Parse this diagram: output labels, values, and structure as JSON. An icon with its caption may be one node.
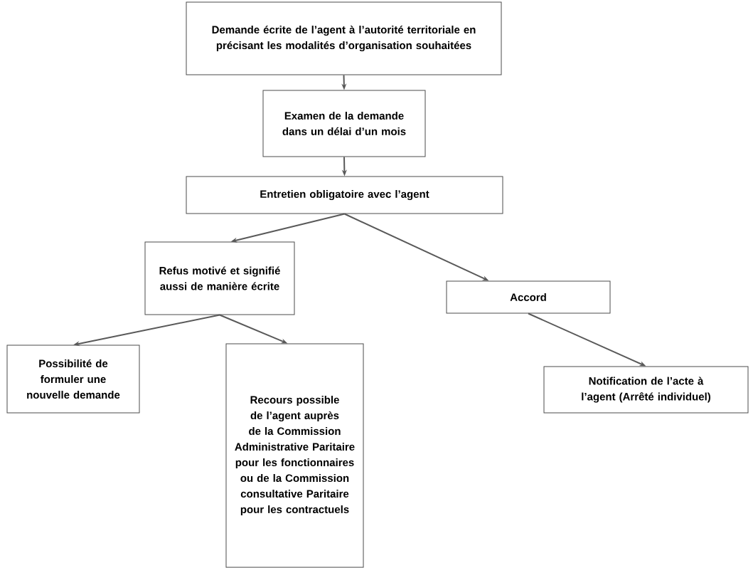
{
  "diagram": {
    "nodes": [
      {
        "text": [
          "Demande écrite de l’agent à l’autorité territoriale en précisant les modalités d’organisation souhaitées"
        ]
      },
      {
        "text": [
          "Examen de la demande dans un délai d’un mois"
        ]
      },
      {
        "text": [
          "Entretien obligatoire avec l’agent"
        ]
      },
      {
        "text": [
          "Refus motivé et signifié aussi de manière écrite"
        ]
      },
      {
        "text": [
          "Accord"
        ]
      },
      {
        "text": [
          "Possibilité de formuler une nouvelle demande"
        ]
      },
      {
        "text": [
          "Recours possible de l’agent auprès de la Commission Administrative Paritaire pour les fonctionnaires ou de la Commission consultative Paritaire pour les contractuels"
        ]
      },
      {
        "text": [
          "Notification de l’acte à l’agent (Arrêté individuel)"
        ]
      }
    ],
    "edges": [
      {
        "from": 0,
        "to": 1,
        "arrow": "to"
      },
      {
        "from": 1,
        "to": 2,
        "arrow": "to"
      },
      {
        "from": 2,
        "to": 3,
        "arrow": "to"
      },
      {
        "from": 2,
        "to": 4,
        "arrow": "to"
      },
      {
        "from": 3,
        "to": 5,
        "arrow": "to"
      },
      {
        "from": 3,
        "to": 6,
        "arrow": "to"
      },
      {
        "from": 4,
        "to": 7,
        "arrow": "to"
      }
    ]
  }
}
